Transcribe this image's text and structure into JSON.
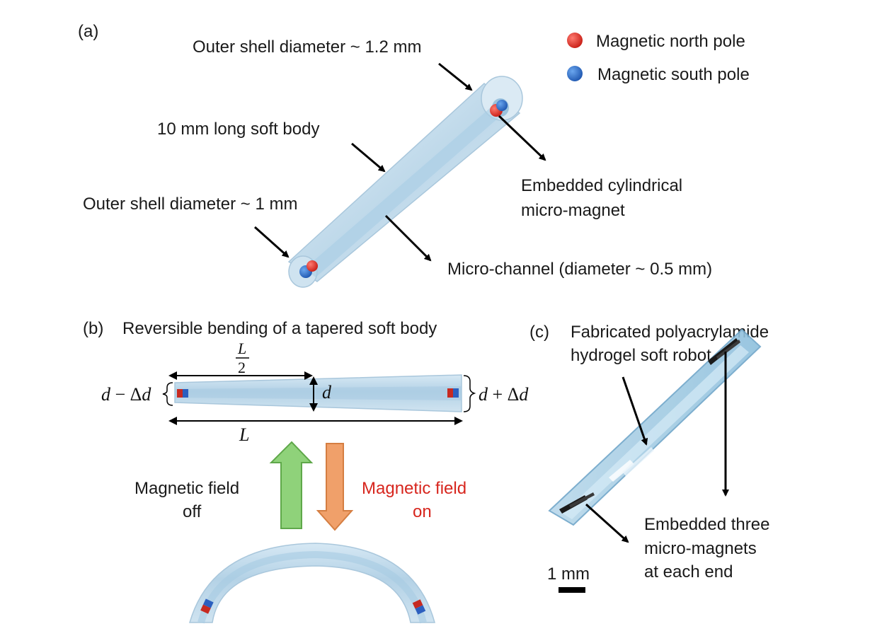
{
  "panel_a": {
    "label": "(a)",
    "outer_top": "Outer shell diameter ~ 1.2 mm",
    "soft_body": "10 mm long soft body",
    "outer_bottom": "Outer shell diameter ~ 1 mm",
    "magnet_line1": "Embedded cylindrical",
    "magnet_line2": "micro-magnet",
    "channel": "Micro-channel (diameter ~ 0.5 mm)",
    "legend": [
      {
        "label": "Magnetic north pole",
        "color": "#e0322a"
      },
      {
        "label": "Magnetic south pole",
        "color": "#2f6fc6"
      }
    ]
  },
  "panel_b": {
    "label": "(b)",
    "title": "Reversible bending of a tapered soft body",
    "half_L_num": "L",
    "half_L_den": "2",
    "L": "L",
    "d": "d",
    "left_d": "d",
    "left_op": " − Δ",
    "left_d2": "d",
    "right_d": "d",
    "right_op": " + Δ",
    "right_d2": "d",
    "field_off_1": "Magnetic field",
    "field_off_2": "off",
    "field_on_1": "Magnetic field",
    "field_on_2": "on",
    "colors": {
      "off_arrow": "#8fd27a",
      "on_arrow": "#f0a06a",
      "on_text": "#d7261e"
    }
  },
  "panel_c": {
    "label": "(c)",
    "title_1": "Fabricated polyacrylamide",
    "title_2": "hydrogel soft robot",
    "magnets_1": "Embedded three",
    "magnets_2": "micro-magnets",
    "magnets_3": "at each end",
    "scale": "1 mm"
  }
}
